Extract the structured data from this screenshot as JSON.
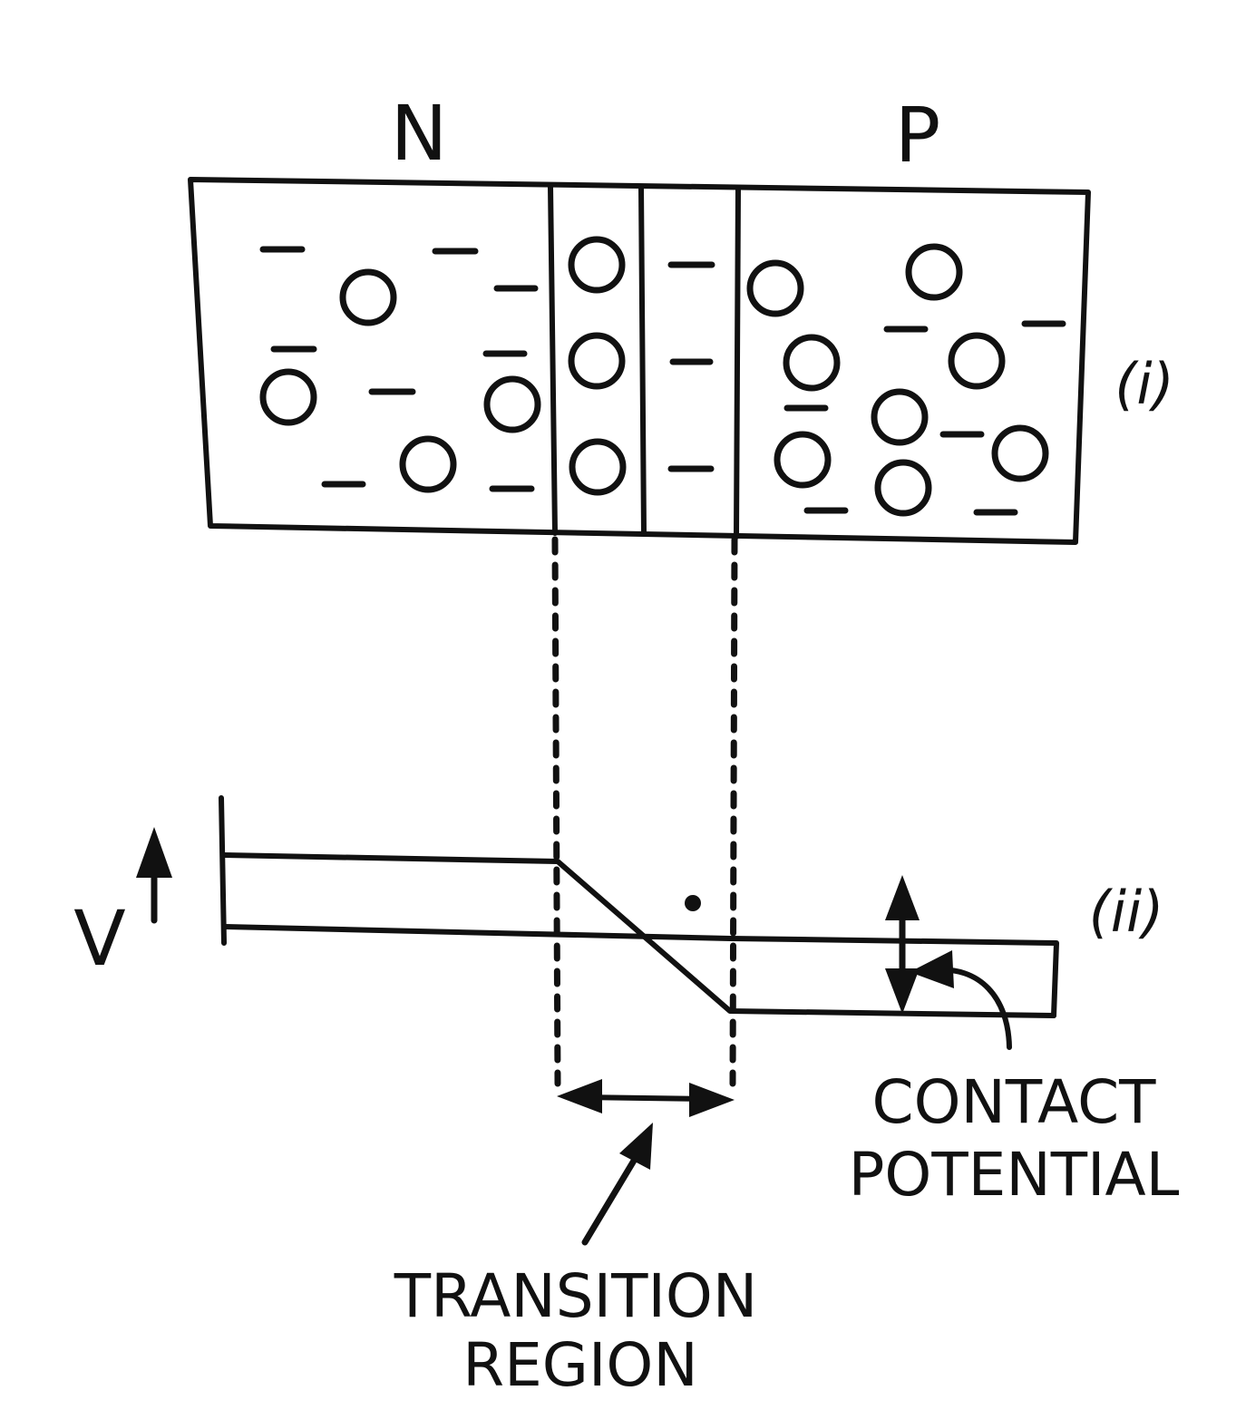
{
  "labels": {
    "n_region": "N",
    "p_region": "P",
    "figure_i": "(i)",
    "figure_ii": "(ii)",
    "axis_v": "V",
    "contact_potential_line1": "CONTACT",
    "contact_potential_line2": "POTENTIAL",
    "transition_region_line1": "TRANSITION",
    "transition_region_line2": "REGION"
  },
  "colors": {
    "ink": "#111111",
    "background": "#ffffff"
  }
}
